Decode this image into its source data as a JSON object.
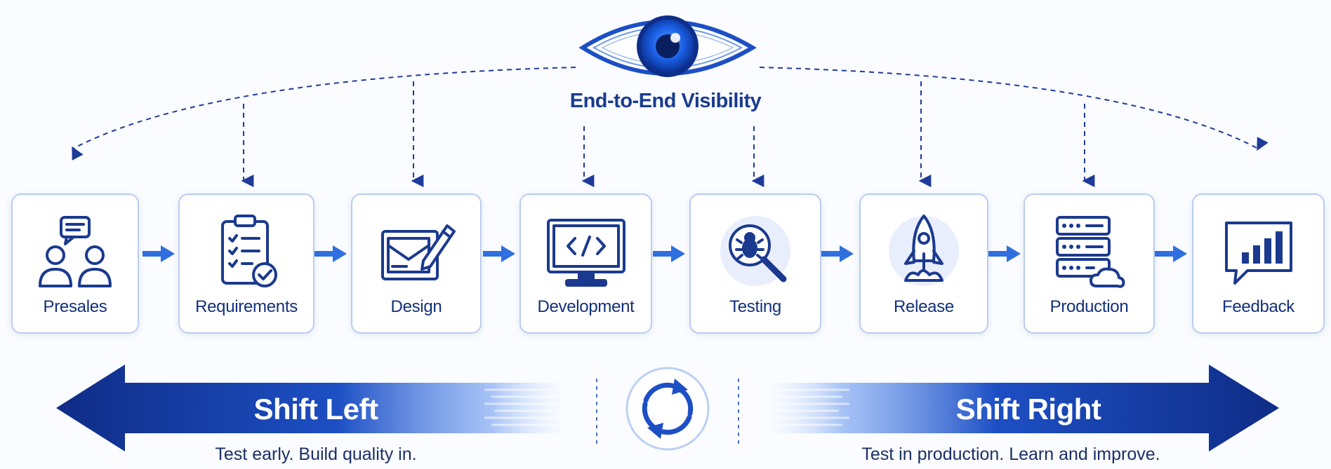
{
  "visibility": {
    "title": "End-to-End Visibility",
    "icon": "eye-icon"
  },
  "stages": [
    {
      "label": "Presales",
      "icon": "people-chat-icon"
    },
    {
      "label": "Requirements",
      "icon": "clipboard-checklist-icon"
    },
    {
      "label": "Design",
      "icon": "design-pencil-icon"
    },
    {
      "label": "Development",
      "icon": "code-monitor-icon"
    },
    {
      "label": "Testing",
      "icon": "bug-search-icon"
    },
    {
      "label": "Release",
      "icon": "rocket-icon"
    },
    {
      "label": "Production",
      "icon": "server-cloud-icon"
    },
    {
      "label": "Feedback",
      "icon": "feedback-chart-icon"
    }
  ],
  "shift_left": {
    "title": "Shift Left",
    "subtitle": "Test early. Build quality in."
  },
  "shift_right": {
    "title": "Shift Right",
    "subtitle": "Test in production. Learn and improve."
  },
  "cycle": {
    "icon": "cycle-icon"
  },
  "colors": {
    "primary": "#1f4fd1",
    "dark_navy": "#0f2c86",
    "arrow_blue": "#2f6fe0",
    "eye_iris": "#1b5fe6",
    "box_border": "#b9cdf0",
    "icon_stroke": "#1b3a8f",
    "icon_circle": "#e8eefb"
  }
}
